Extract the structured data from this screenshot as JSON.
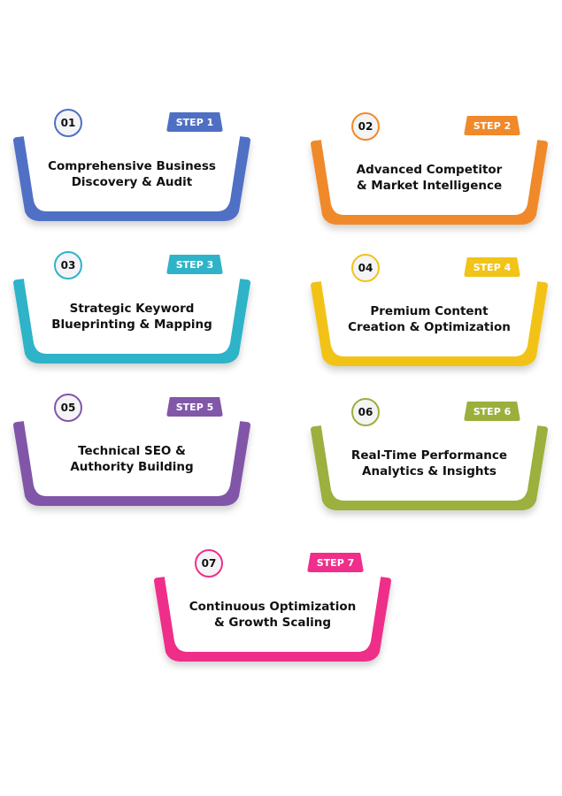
{
  "steps": [
    {
      "number": "01",
      "badge": "STEP 1",
      "title": [
        "Comprehensive Business",
        "Discovery & Audit"
      ],
      "color": "#4f6fc4"
    },
    {
      "number": "02",
      "badge": "STEP 2",
      "title": [
        "Advanced Competitor",
        "& Market Intelligence"
      ],
      "color": "#f0892a"
    },
    {
      "number": "03",
      "badge": "STEP 3",
      "title": [
        "Strategic Keyword",
        "Blueprinting & Mapping"
      ],
      "color": "#2fb3c8"
    },
    {
      "number": "04",
      "badge": "STEP 4",
      "title": [
        "Premium Content",
        "Creation & Optimization"
      ],
      "color": "#f2c318"
    },
    {
      "number": "05",
      "badge": "STEP 5",
      "title": [
        "Technical SEO &",
        "Authority Building"
      ],
      "color": "#8157a8"
    },
    {
      "number": "06",
      "badge": "STEP 6",
      "title": [
        "Real-Time Performance",
        "Analytics & Insights"
      ],
      "color": "#9bb03c"
    },
    {
      "number": "07",
      "badge": "STEP 7",
      "title": [
        "Continuous Optimization",
        "& Growth Scaling"
      ],
      "color": "#ef2f8a"
    }
  ]
}
